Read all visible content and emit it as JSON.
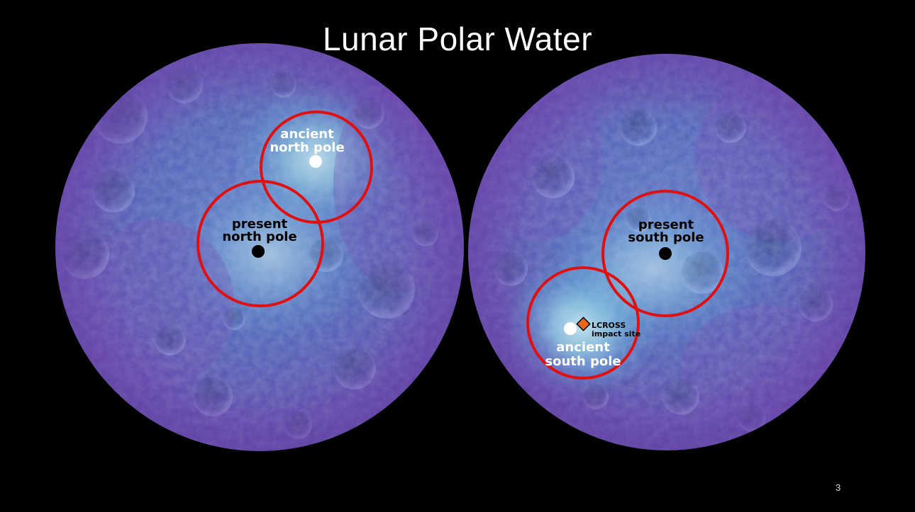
{
  "slide": {
    "title": "Lunar Polar Water",
    "page_number": "3"
  },
  "north_map": {
    "ancient_label_line1": "ancient",
    "ancient_label_line2": "north pole",
    "present_label_line1": "present",
    "present_label_line2": "north pole"
  },
  "south_map": {
    "present_label_line1": "present",
    "present_label_line2": "south pole",
    "ancient_label_line1": "ancient",
    "ancient_label_line2": "south pole",
    "lcross_label_line1": "LCROSS",
    "lcross_label_line2": "impact site"
  },
  "colors": {
    "background": "#000000",
    "ring": "#e01010",
    "ancient_marker": "#ffffff",
    "present_marker": "#000000",
    "lcross_marker": "#e8661e"
  }
}
